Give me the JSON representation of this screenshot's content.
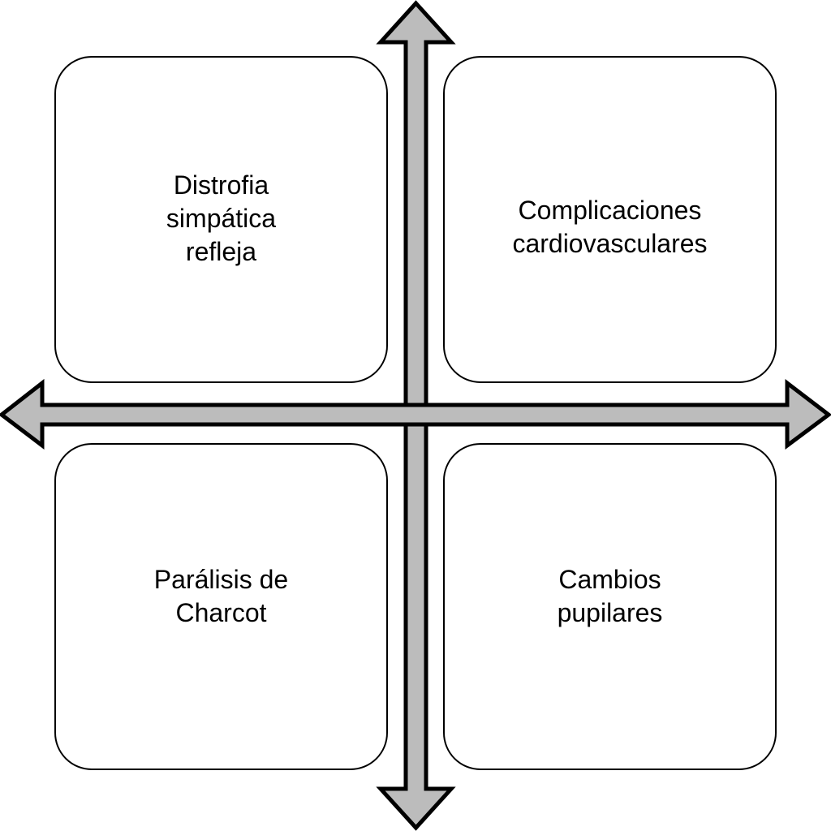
{
  "diagram": {
    "type": "two-axis-quadrant-matrix",
    "title": "",
    "background_color": "#ffffff",
    "axes": {
      "name": "crossed-double-arrows",
      "fill_color": "#bcbcbc",
      "stroke_color": "#000000",
      "vertical": {
        "name": "vertical-double-arrow",
        "has_up_arrowhead": true,
        "has_down_arrowhead": true
      },
      "horizontal": {
        "name": "horizontal-double-arrow",
        "has_left_arrowhead": true,
        "has_right_arrowhead": true
      }
    },
    "quadrants": [
      {
        "id": "top-left",
        "label": "Distrofia\nsimpática\nrefleja",
        "border_color": "#000000",
        "fill_color": "#ffffff"
      },
      {
        "id": "top-right",
        "label": "Complicaciones\ncardiovasculares",
        "border_color": "#000000",
        "fill_color": "#ffffff"
      },
      {
        "id": "bottom-left",
        "label": "Parálisis de\nCharcot",
        "border_color": "#000000",
        "fill_color": "#ffffff"
      },
      {
        "id": "bottom-right",
        "label": "Cambios\npupilares",
        "border_color": "#000000",
        "fill_color": "#ffffff"
      }
    ]
  }
}
